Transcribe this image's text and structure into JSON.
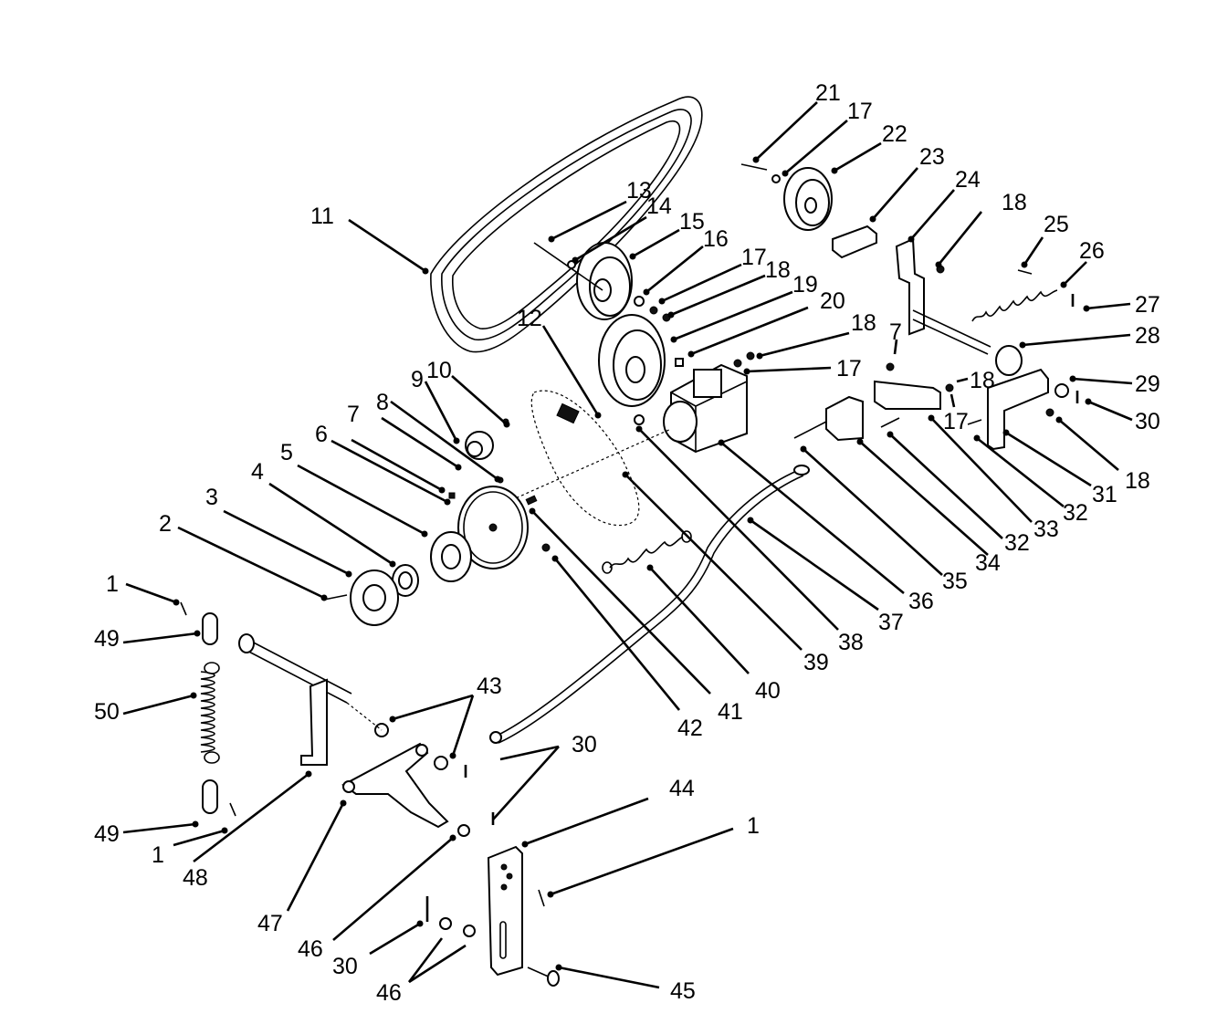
{
  "diagram": {
    "callouts": [
      {
        "id": "1a",
        "text": "1"
      },
      {
        "id": "2",
        "text": "2"
      },
      {
        "id": "3",
        "text": "3"
      },
      {
        "id": "4",
        "text": "4"
      },
      {
        "id": "5",
        "text": "5"
      },
      {
        "id": "6",
        "text": "6"
      },
      {
        "id": "7a",
        "text": "7"
      },
      {
        "id": "8",
        "text": "8"
      },
      {
        "id": "9",
        "text": "9"
      },
      {
        "id": "10",
        "text": "10"
      },
      {
        "id": "11",
        "text": "11"
      },
      {
        "id": "12",
        "text": "12"
      },
      {
        "id": "13",
        "text": "13"
      },
      {
        "id": "14",
        "text": "14"
      },
      {
        "id": "15",
        "text": "15"
      },
      {
        "id": "16",
        "text": "16"
      },
      {
        "id": "17a",
        "text": "17"
      },
      {
        "id": "18a",
        "text": "18"
      },
      {
        "id": "19",
        "text": "19"
      },
      {
        "id": "20",
        "text": "20"
      },
      {
        "id": "18b",
        "text": "18"
      },
      {
        "id": "17b",
        "text": "17"
      },
      {
        "id": "21",
        "text": "21"
      },
      {
        "id": "17c",
        "text": "17"
      },
      {
        "id": "22",
        "text": "22"
      },
      {
        "id": "23",
        "text": "23"
      },
      {
        "id": "24",
        "text": "24"
      },
      {
        "id": "18c",
        "text": "18"
      },
      {
        "id": "25",
        "text": "25"
      },
      {
        "id": "26",
        "text": "26"
      },
      {
        "id": "27",
        "text": "27"
      },
      {
        "id": "28",
        "text": "28"
      },
      {
        "id": "7b",
        "text": "7"
      },
      {
        "id": "18d",
        "text": "18"
      },
      {
        "id": "29",
        "text": "29"
      },
      {
        "id": "17d",
        "text": "17"
      },
      {
        "id": "30a",
        "text": "30"
      },
      {
        "id": "18e",
        "text": "18"
      },
      {
        "id": "31",
        "text": "31"
      },
      {
        "id": "32a",
        "text": "32"
      },
      {
        "id": "33",
        "text": "33"
      },
      {
        "id": "32b",
        "text": "32"
      },
      {
        "id": "34",
        "text": "34"
      },
      {
        "id": "35",
        "text": "35"
      },
      {
        "id": "36",
        "text": "36"
      },
      {
        "id": "37",
        "text": "37"
      },
      {
        "id": "38",
        "text": "38"
      },
      {
        "id": "39",
        "text": "39"
      },
      {
        "id": "40",
        "text": "40"
      },
      {
        "id": "41",
        "text": "41"
      },
      {
        "id": "42",
        "text": "42"
      },
      {
        "id": "49a",
        "text": "49"
      },
      {
        "id": "50",
        "text": "50"
      },
      {
        "id": "43",
        "text": "43"
      },
      {
        "id": "30b",
        "text": "30"
      },
      {
        "id": "49b",
        "text": "49"
      },
      {
        "id": "1b",
        "text": "1"
      },
      {
        "id": "48",
        "text": "48"
      },
      {
        "id": "44",
        "text": "44"
      },
      {
        "id": "1c",
        "text": "1"
      },
      {
        "id": "47",
        "text": "47"
      },
      {
        "id": "46a",
        "text": "46"
      },
      {
        "id": "30c",
        "text": "30"
      },
      {
        "id": "46b",
        "text": "46"
      },
      {
        "id": "45",
        "text": "45"
      }
    ]
  }
}
